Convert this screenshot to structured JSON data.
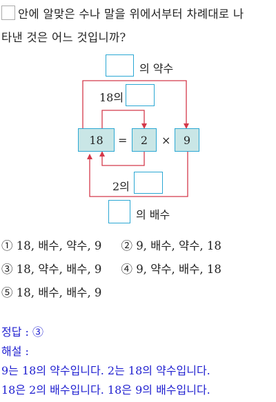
{
  "question": {
    "line1": "안에 알맞은 수나 말을 위에서부터 차례대로 나",
    "line2": "타낸 것은 어느 것입니까?"
  },
  "diagram": {
    "top_label": "의 약수",
    "upper_label": "18의",
    "left_value": "18",
    "equals": "=",
    "middle_value": "2",
    "times": "×",
    "right_value": "9",
    "lower_label": "2의",
    "bottom_label": "의 배수",
    "arrow_color": "#d4394a",
    "box_border_color": "#2aa7d3",
    "box_fill_color": "#c9e6e6"
  },
  "choices": [
    {
      "marker": "①",
      "text": "18, 배수, 약수, 9"
    },
    {
      "marker": "②",
      "text": "9, 배수, 약수, 18"
    },
    {
      "marker": "③",
      "text": "18, 약수, 배수, 9"
    },
    {
      "marker": "④",
      "text": "9, 약수, 배수, 18"
    },
    {
      "marker": "⑤",
      "text": "18, 배수, 배수, 9"
    }
  ],
  "answer": {
    "answer_line": "정답 : ③",
    "explanation_title": "해설 :",
    "explanation_line1": "9는 18의 약수입니다. 2는 18의 약수입니다.",
    "explanation_line2": "18은 2의 배수입니다. 18은 9의 배수입니다.",
    "text_color": "#2020d0"
  }
}
